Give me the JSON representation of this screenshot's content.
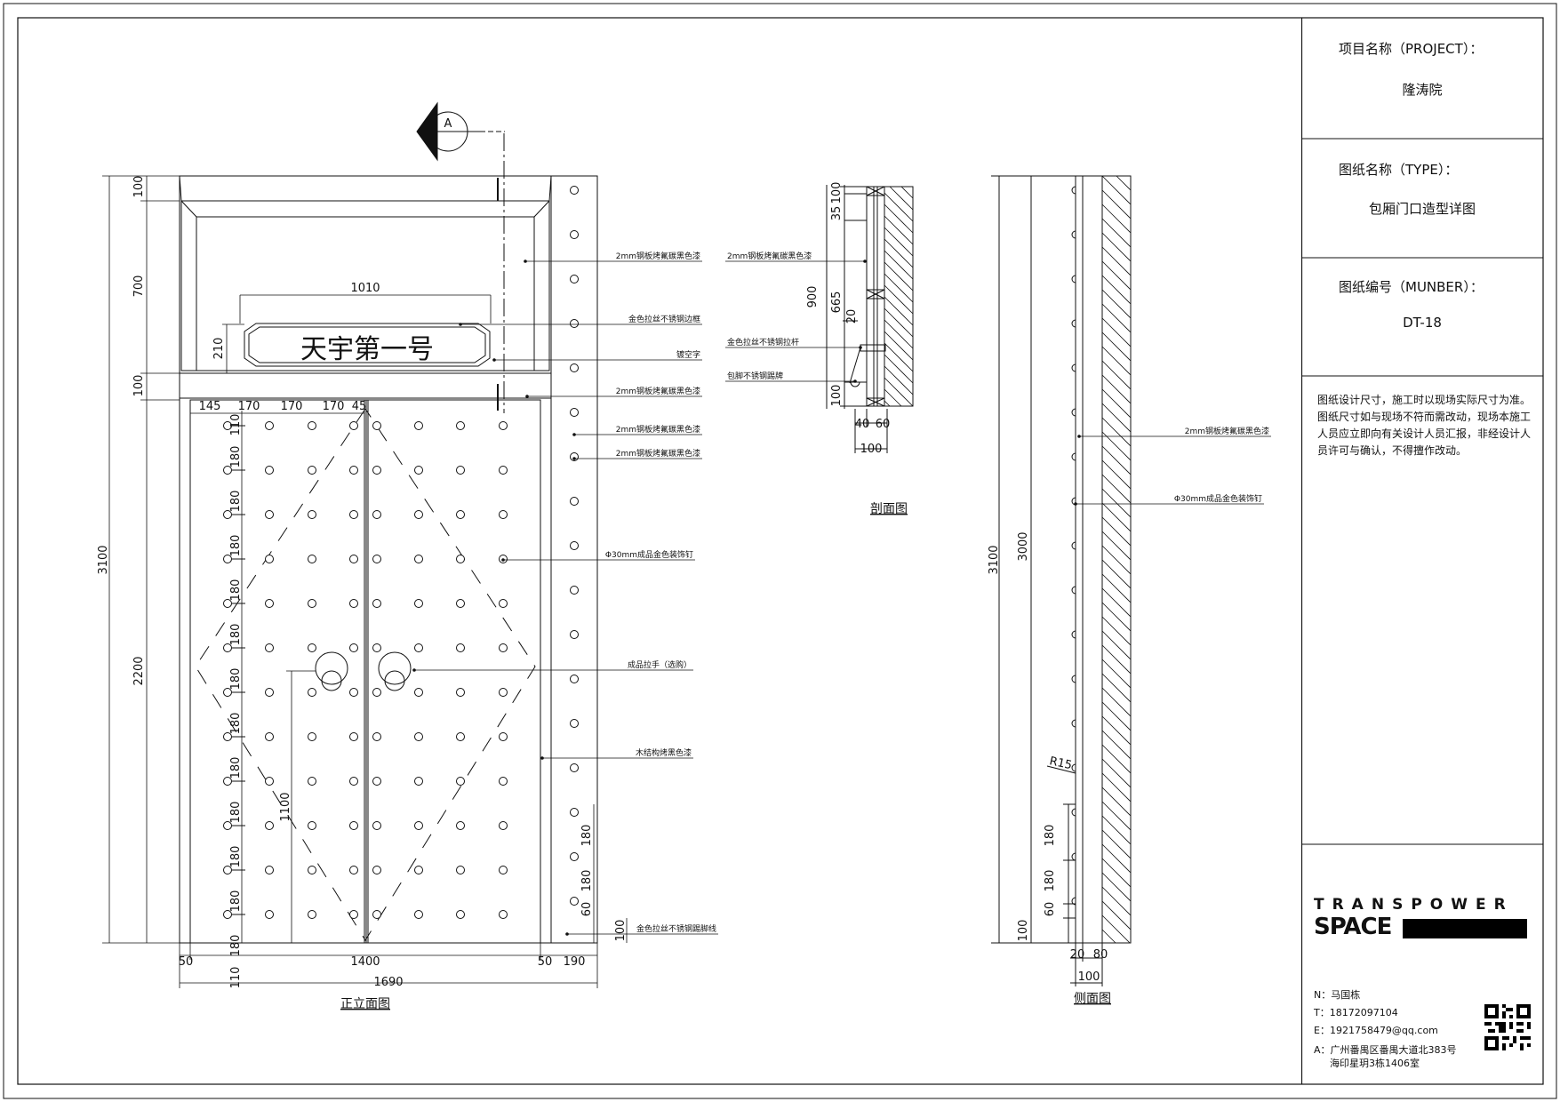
{
  "title_block": {
    "project_label": "项目名称（PROJECT）：",
    "project_value": "隆涛院",
    "type_label": "图纸名称（TYPE）：",
    "type_value": "包厢门口造型详图",
    "number_label": "图纸编号（MUNBER）：",
    "number_value": "DT-18",
    "note": "图纸设计尺寸，施工时以现场实际尺寸为准。图纸尺寸如与现场不符而需改动，现场本施工人员应立即向有关设计人员汇报，非经设计人员许可与确认，不得擅作改动。",
    "brand_line1": "TRANSPOWER",
    "brand_line2": "SPACE",
    "contact_name": "N：马国栋",
    "contact_tel": "T：18172097104",
    "contact_email": "E：1921758479@qq.com",
    "contact_addr1": "A：广州番禺区番禺大道北383号",
    "contact_addr2": "海印星玥3栋1406室"
  },
  "section_marker": {
    "letter": "A"
  },
  "front_view": {
    "caption": "正立面图",
    "sign_text": "天宇第一号",
    "dims_height": [
      "100",
      "700",
      "100",
      "3100",
      "2200",
      "210"
    ],
    "dims_sign_width": "1010",
    "dims_top": [
      "145",
      "170",
      "170",
      "170",
      "45"
    ],
    "dims_left_col": [
      "110",
      "180",
      "180",
      "180",
      "180",
      "180",
      "180",
      "180",
      "180",
      "180",
      "180",
      "180",
      "180",
      "110"
    ],
    "dim_handle": "1100",
    "dims_right_col": [
      "180",
      "180",
      "60",
      "100"
    ],
    "dims_bottom": [
      "50",
      "1400",
      "50",
      "190"
    ],
    "dim_total": "1690",
    "annotations": [
      "2mm钢板烤氟碳黑色漆",
      "金色拉丝不锈钢边框",
      "镀空字",
      "2mm钢板烤氟碳黑色漆",
      "2mm钢板烤氟碳黑色漆",
      "2mm钢板烤氟碳黑色漆",
      "Φ30mm成品金色装饰钉",
      "成品拉手（选购）",
      "木结构烤黑色漆",
      "金色拉丝不锈钢踢脚线"
    ]
  },
  "section_view": {
    "caption": "剖面图",
    "dims_vertical": [
      "100",
      "35",
      "900",
      "665",
      "20",
      "100"
    ],
    "dims_bottom": [
      "40",
      "60",
      "100"
    ],
    "annotations": [
      "2mm钢板烤氟碳黑色漆",
      "金色拉丝不锈钢拉杆",
      "包脚不锈钢踢牌"
    ]
  },
  "side_view": {
    "caption": "侧面图",
    "dims_vertical": [
      "3100",
      "3000",
      "180",
      "180",
      "60",
      "100"
    ],
    "radius": "R15",
    "dims_bottom": [
      "20",
      "80",
      "100"
    ],
    "annotations": [
      "2mm钢板烤氟碳黑色漆",
      "Φ30mm成品金色装饰钉"
    ]
  }
}
